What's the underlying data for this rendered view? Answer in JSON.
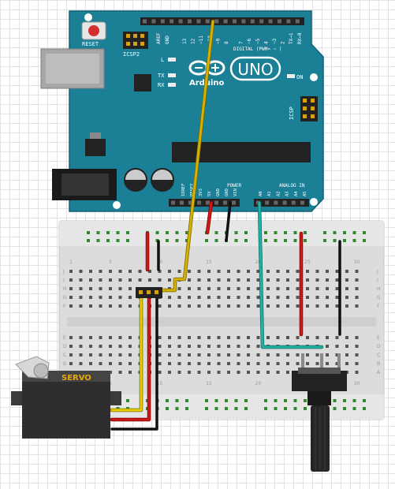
{
  "board": {
    "reset_label": "RESET",
    "icsp2_label": "ICSP2",
    "icsp_label": "ICSP",
    "aref_label": "AREF",
    "gnd_label": "GND",
    "digital_label": "DIGITAL (PWM= ~ )",
    "digital_pins": [
      "13",
      "12",
      "~11",
      "~10",
      "~9",
      "8",
      "7",
      "~6",
      "~5",
      "4",
      "~3",
      "2",
      "TX→1",
      "RX←0"
    ],
    "led_l": "L",
    "led_tx": "TX",
    "led_rx": "RX",
    "on_label": "ON",
    "brand": "Arduino",
    "model": "UNO",
    "power_label": "POWER",
    "power_pins": [
      "IOREF",
      "RESET",
      "3V3",
      "5V",
      "GND",
      "GND",
      "VIN"
    ],
    "analog_label": "ANALOG IN",
    "analog_pins": [
      "A0",
      "A1",
      "A2",
      "A3",
      "A4",
      "A5"
    ]
  },
  "breadboard": {
    "col_numbers": [
      "1",
      "5",
      "10",
      "15",
      "20",
      "25",
      "30"
    ],
    "row_letters_top": [
      "J",
      "I",
      "H",
      "G",
      "F"
    ],
    "row_letters_bottom": [
      "E",
      "D",
      "C",
      "B",
      "A"
    ]
  },
  "servo": {
    "label": "SERVO"
  },
  "colors": {
    "board": "#1b7f96",
    "signal_wire": "#d4b000",
    "analog_wire": "#22b3a0",
    "power_wire": "#d01818",
    "ground_wire": "#111111"
  }
}
